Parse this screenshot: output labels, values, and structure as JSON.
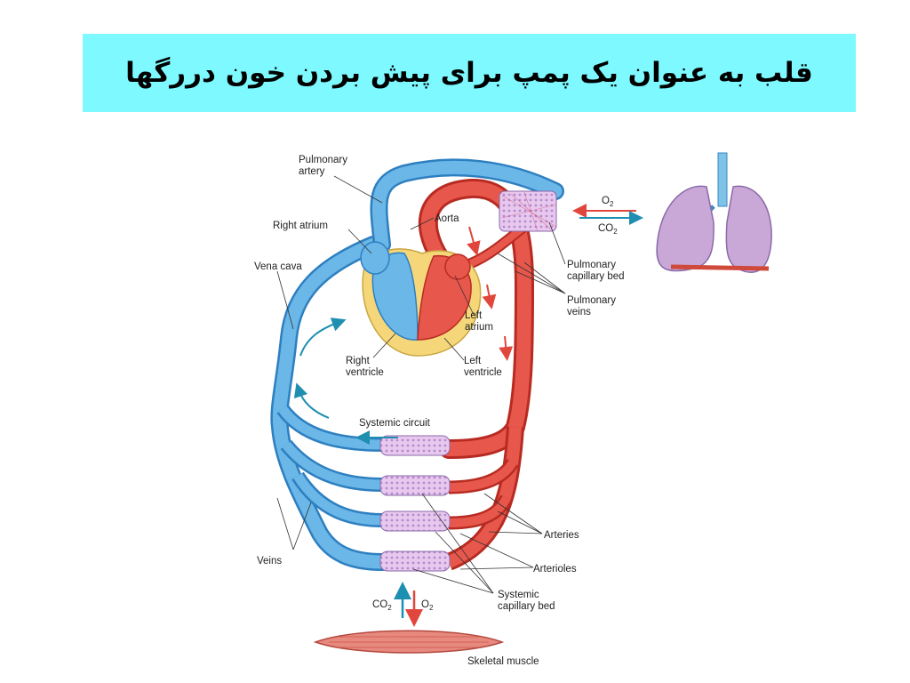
{
  "title": "قلب به عنوان یک پمپ برای پیش بردن خون دررگها",
  "labels": {
    "pulmonary_artery": [
      "Pulmonary",
      "artery"
    ],
    "aorta": "Aorta",
    "right_atrium": "Right atrium",
    "vena_cava": "Vena cava",
    "left_atrium": [
      "Left",
      "atrium"
    ],
    "right_ventricle": [
      "Right",
      "ventricle"
    ],
    "left_ventricle": [
      "Left",
      "ventricle"
    ],
    "pulmonary_capillary_bed": [
      "Pulmonary",
      "capillary bed"
    ],
    "pulmonary_veins": [
      "Pulmonary",
      "veins"
    ],
    "systemic_circuit": "Systemic circuit",
    "arteries": "Arteries",
    "arterioles": "Arterioles",
    "veins": "Veins",
    "systemic_capillary_bed": [
      "Systemic",
      "capillary bed"
    ],
    "skeletal_muscle": "Skeletal muscle",
    "lung_o2": "O",
    "lung_co2": "CO",
    "muscle_co2": "CO",
    "muscle_o2": "O",
    "subscript_2": "2"
  },
  "colors": {
    "banner": "#7df9ff",
    "vein_blue": "#6ab7e8",
    "vein_outline": "#2e7fc0",
    "artery_red": "#e8574c",
    "artery_outline": "#b72b22",
    "heart_yellow": "#f5d77a",
    "capillary_pink": "#d9b3e6",
    "arrow_red": "#e0463c",
    "arrow_blue": "#1e8fb0"
  }
}
